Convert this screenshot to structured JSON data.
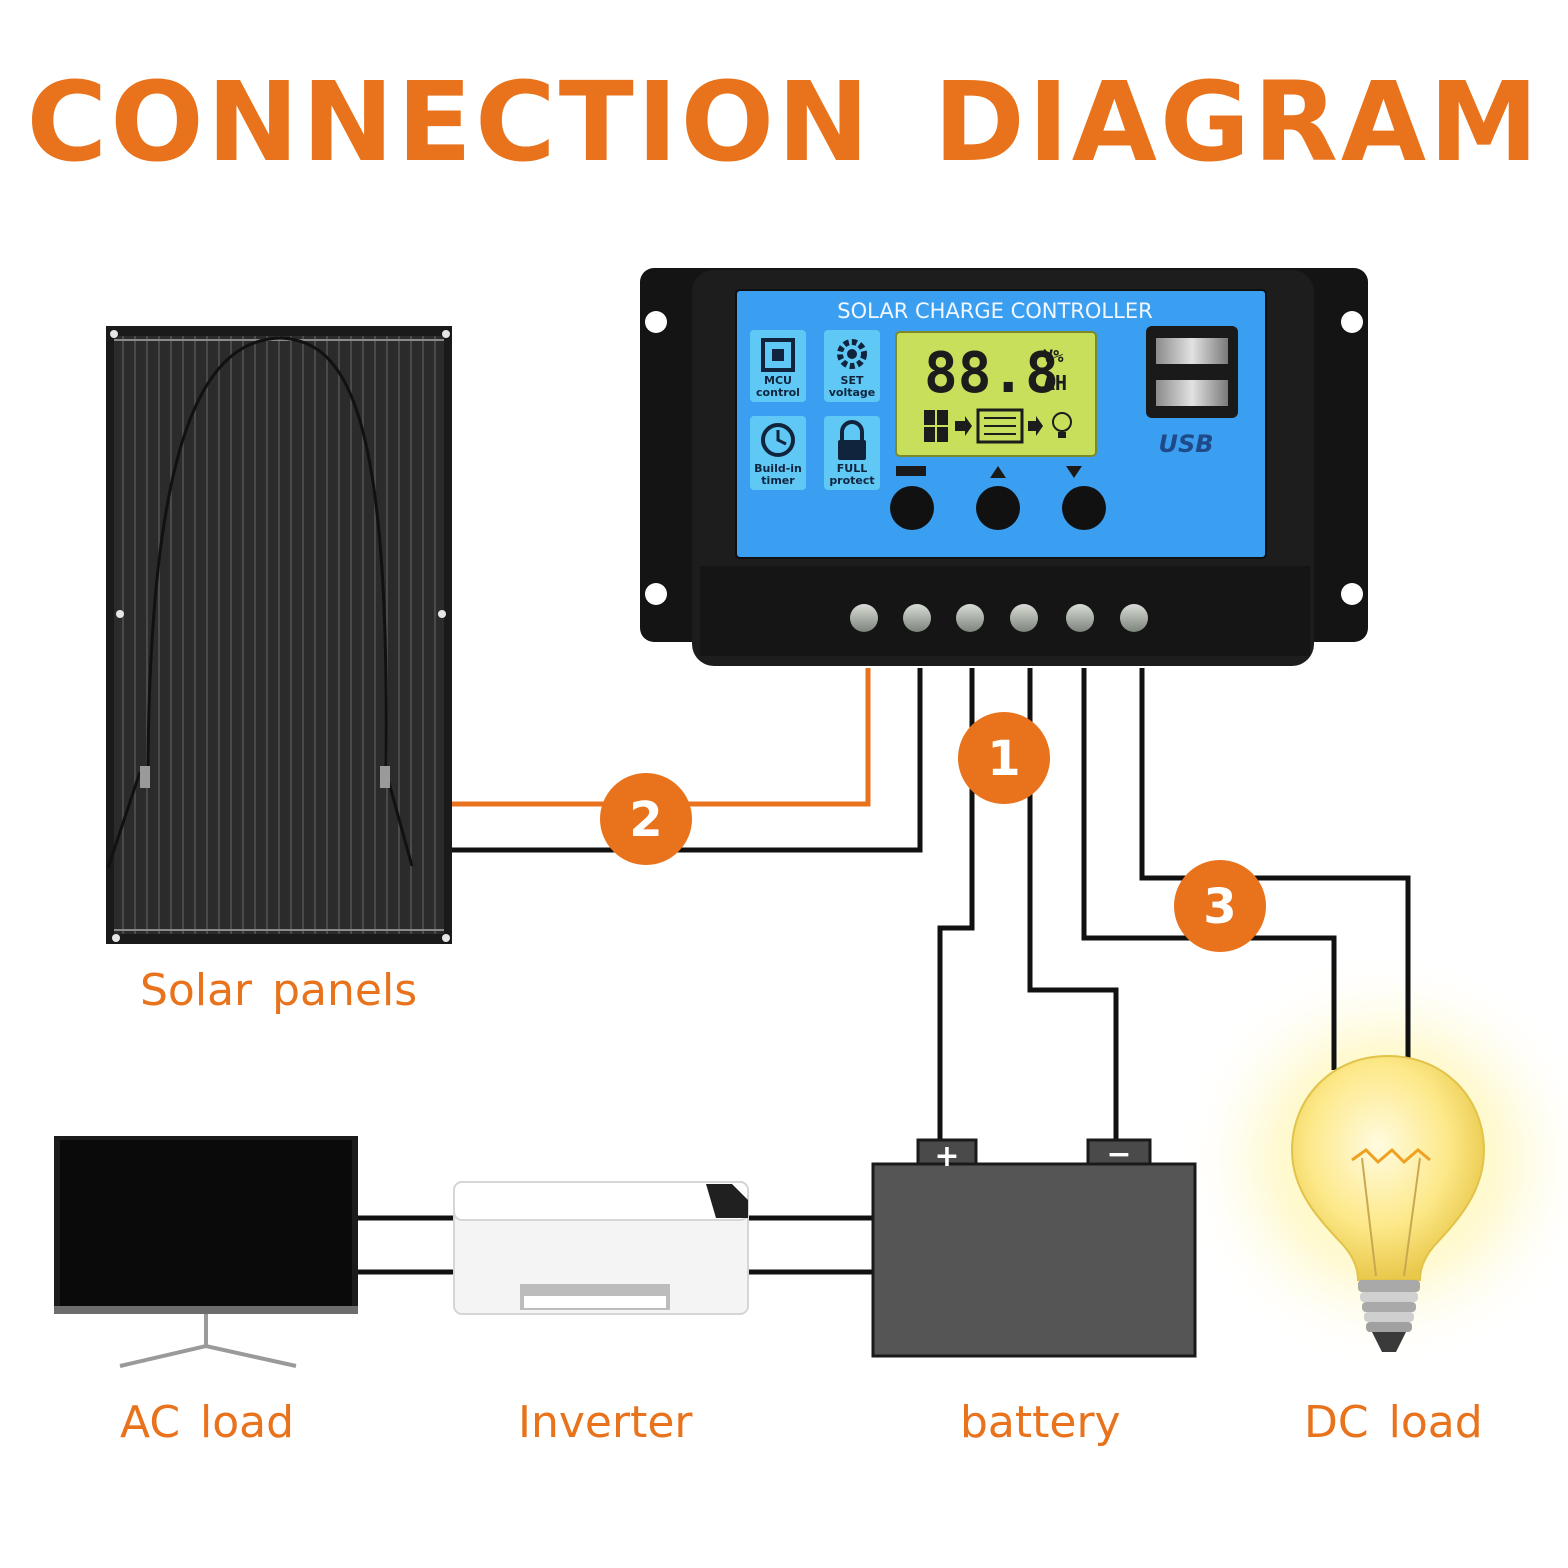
{
  "title": "CONNECTION DIAGRAM",
  "colors": {
    "accent": "#e8731c",
    "wire": "#111111",
    "controller_panel": "#3a9ff0",
    "lcd": "#c7df5a",
    "battery": "#555555"
  },
  "controller": {
    "panel_title": "SOLAR CHARGE CONTROLLER",
    "lcd_digits": "88.8",
    "lcd_units_top": "V%",
    "lcd_units_bottom": "AH",
    "usb_label": "USB",
    "icons": [
      {
        "icon": "chip-icon",
        "line1": "MCU",
        "line2": "control"
      },
      {
        "icon": "gear-icon",
        "line1": "SET",
        "line2": "voltage"
      },
      {
        "icon": "clock-icon",
        "line1": "Build-in",
        "line2": "timer"
      },
      {
        "icon": "lock-icon",
        "line1": "FULL",
        "line2": "protect"
      }
    ],
    "buttons": [
      "battery-mode-button",
      "up-button",
      "down-light-button"
    ],
    "terminals": 6
  },
  "steps": [
    {
      "number": "1",
      "connects": "battery"
    },
    {
      "number": "2",
      "connects": "solar-panels"
    },
    {
      "number": "3",
      "connects": "dc-load"
    }
  ],
  "labels": {
    "solar": "Solar  panels",
    "ac_load": "AC  load",
    "inverter": "Inverter",
    "battery": "battery",
    "dc_load": "DC  load"
  },
  "battery": {
    "plus": "+",
    "minus": "−"
  }
}
